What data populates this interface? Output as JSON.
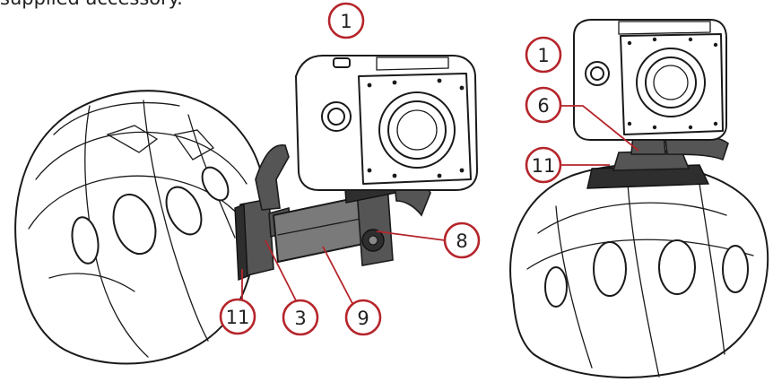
{
  "caption": "supplied accessory.",
  "colors": {
    "callout_ring": "#b5252b",
    "leader_line": "#b5252b",
    "ink": "#1a1a1a",
    "mount_fill": "#5a5a5a",
    "mount_dark": "#2e2e2e"
  },
  "callouts": {
    "left": {
      "camera": "1",
      "arm": "8",
      "extension": "9",
      "joint": "3",
      "base": "11"
    },
    "right": {
      "camera": "1",
      "screw": "6",
      "base": "11"
    }
  }
}
